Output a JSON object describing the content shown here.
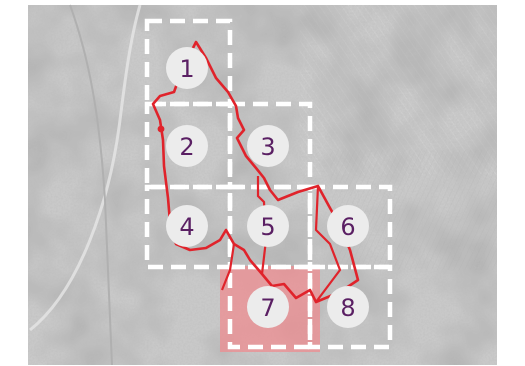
{
  "map": {
    "colors": {
      "background": "#ffffff",
      "imagery_base": "#c9c9c9",
      "grid": "#ffffff",
      "boundary": "#e0232b",
      "highlight": "#f08a8f",
      "marker_fill": "#ececec",
      "marker_text": "#5a1f63"
    },
    "highlighted_cell": "7",
    "cells": [
      {
        "id": "1",
        "label": "1"
      },
      {
        "id": "2",
        "label": "2"
      },
      {
        "id": "3",
        "label": "3"
      },
      {
        "id": "4",
        "label": "4"
      },
      {
        "id": "5",
        "label": "5"
      },
      {
        "id": "6",
        "label": "6"
      },
      {
        "id": "7",
        "label": "7"
      },
      {
        "id": "8",
        "label": "8"
      }
    ]
  }
}
